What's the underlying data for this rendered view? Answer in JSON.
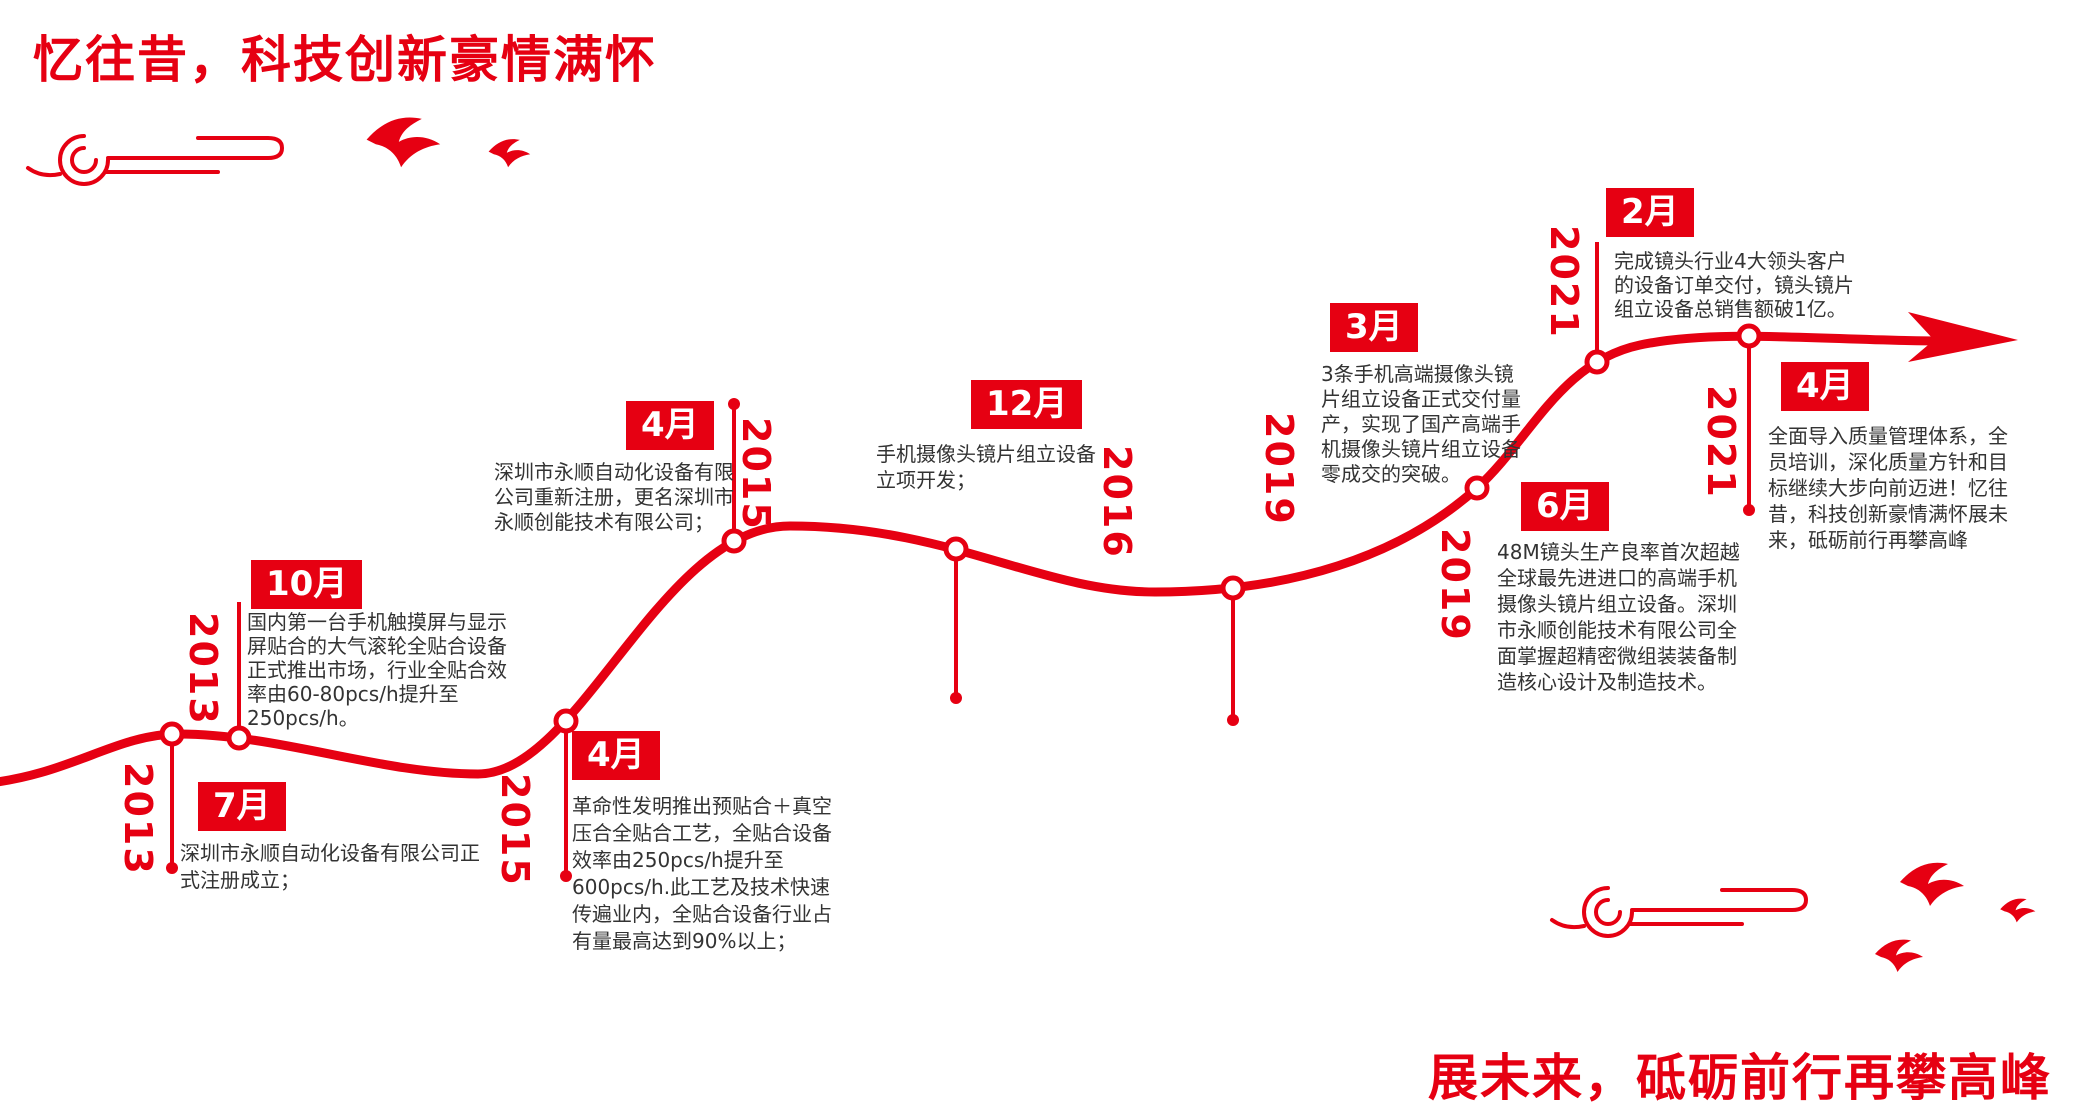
{
  "page": {
    "title_top": "忆往昔，科技创新豪情满怀",
    "title_bottom": "展未来，砥砺前行再攀高峰"
  },
  "colors": {
    "accent": "#e60012",
    "body_text": "#333333",
    "background": "#ffffff"
  },
  "icons": {
    "cloud": "auspicious-cloud-ornament",
    "bird": "swallow-bird",
    "arrow": "timeline-arrowhead"
  },
  "milestones": [
    {
      "month": "7月",
      "year": "2013",
      "text": "深圳市永顺自动化设备有限公司正式注册成立；"
    },
    {
      "month": "10月",
      "year": "2013",
      "text": "国内第一台手机触摸屏与显示屏贴合的大气滚轮全贴合设备正式推出市场，行业全贴合效率由60-80pcs/h提升至250pcs/h。"
    },
    {
      "month": "4月",
      "year": "2015",
      "text": "革命性发明推出预贴合＋真空压合全贴合工艺，全贴合设备效率由250pcs/h提升至600pcs/h.此工艺及技术快速传遍业内，全贴合设备行业占有量最高达到90%以上；"
    },
    {
      "month": "4月",
      "year": "2015",
      "text": "深圳市永顺自动化设备有限公司重新注册，更名深圳市永顺创能技术有限公司；"
    },
    {
      "month": "12月",
      "year": "2016",
      "text": "手机摄像头镜片组立设备立项开发；"
    },
    {
      "month": "3月",
      "year": "2019",
      "text": "3条手机高端摄像头镜片组立设备正式交付量产，实现了国产高端手机摄像头镜片组立设备零成交的突破。"
    },
    {
      "month": "6月",
      "year": "2019",
      "text": "48M镜头生产良率首次超越全球最先进进口的高端手机摄像头镜片组立设备。深圳市永顺创能技术有限公司全面掌握超精密微组装装备制造核心设计及制造技术。"
    },
    {
      "month": "2月",
      "year": "2021",
      "text": "完成镜头行业4大领头客户的设备订单交付，镜头镜片组立设备总销售额破1亿。"
    },
    {
      "month": "4月",
      "year": "2021",
      "text": "全面导入质量管理体系，全员培训，深化质量方针和目标继续大步向前迈进！忆往昔，科技创新豪情满怀展未来，砥砺前行再攀高峰"
    }
  ]
}
